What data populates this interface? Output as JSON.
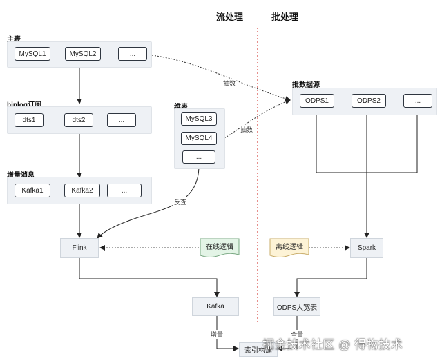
{
  "sections": {
    "stream": "流处理",
    "batch": "批处理"
  },
  "groups": {
    "main_table": {
      "label": "主表",
      "items": [
        "MySQL1",
        "MySQL2",
        "..."
      ]
    },
    "binlog": {
      "label": "binlog订阅",
      "items": [
        "dts1",
        "dts2",
        "..."
      ]
    },
    "increment": {
      "label": "增量消息",
      "items": [
        "Kafka1",
        "Kafka2",
        "..."
      ]
    },
    "dim_table": {
      "label": "维表",
      "items": [
        "MySQL3",
        "MySQL4",
        "..."
      ]
    },
    "batch_source": {
      "label": "批数据源",
      "items": [
        "ODPS1",
        "ODPS2",
        "..."
      ]
    }
  },
  "nodes": {
    "flink": "Flink",
    "online_logic": "在线逻辑",
    "offline_logic": "离线逻辑",
    "spark": "Spark",
    "kafka": "Kafka",
    "odps_wide": "ODPS大宽表",
    "index_build": "索引构建"
  },
  "edge_labels": {
    "extract1": "抽数",
    "extract2": "抽数",
    "lookup": "反查",
    "increment": "增量",
    "full": "全量"
  },
  "colors": {
    "divider": "#d9534f",
    "group_bg": "#eef1f5",
    "online_logic_bg": "#e3f4e6",
    "offline_logic_bg": "#fdf3d6"
  },
  "watermark": "掘金技术社区 @ 得物技术"
}
